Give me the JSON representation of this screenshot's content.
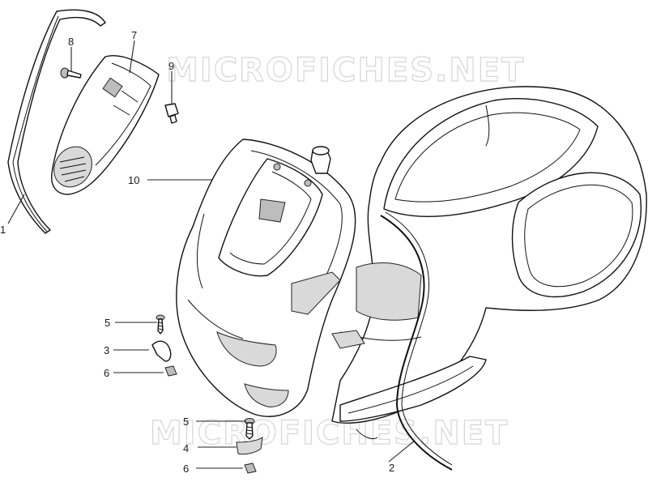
{
  "watermark": {
    "text": "MICROFICHES.NET",
    "color": "#d6d6d6"
  },
  "callouts": [
    {
      "number": "1"
    },
    {
      "number": "2"
    },
    {
      "number": "3"
    },
    {
      "number": "4"
    },
    {
      "number": "5"
    },
    {
      "number": "5"
    },
    {
      "number": "6"
    },
    {
      "number": "6"
    },
    {
      "number": "7"
    },
    {
      "number": "8"
    },
    {
      "number": "9"
    },
    {
      "number": "10"
    }
  ],
  "colors": {
    "line": "#111111",
    "shade": "#d9d9d9",
    "label": "#1a1a1a"
  }
}
